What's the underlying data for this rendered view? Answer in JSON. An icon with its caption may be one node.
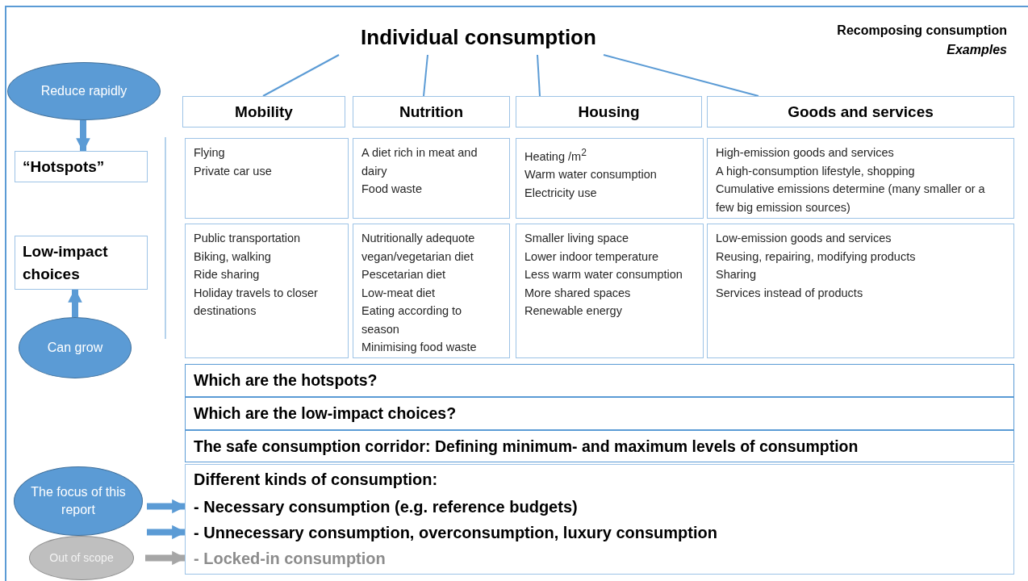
{
  "diagram": {
    "nodes": [
      {
        "text": [
          "Individual consumption"
        ]
      },
      {
        "text": [
          "Mobility"
        ]
      },
      {
        "text": [
          "Nutrition"
        ]
      },
      {
        "text": [
          "Housing"
        ]
      },
      {
        "text": [
          "Goods and services"
        ]
      },
      {
        "text": [
          "Reduce rapidly"
        ]
      },
      {
        "text": [
          "“Hotspots”"
        ]
      },
      {
        "text": [
          "Low-impact choices"
        ]
      },
      {
        "text": [
          "Can grow"
        ]
      },
      {
        "text": [
          "Flying",
          "Private car use"
        ]
      },
      {
        "text": [
          "A diet rich in meat and dairy",
          "Food waste"
        ]
      },
      {
        "text": [
          "Heating /m$^{2}$",
          "Warm water consumption",
          "Electricity use"
        ]
      },
      {
        "text": [
          "High-emission goods and services",
          "A high-consumption lifestyle, shopping",
          "Cumulative emissions determine (many smaller or a few big emission sources)"
        ]
      },
      {
        "text": [
          "Public transportation",
          "Biking, walking",
          "Ride sharing",
          "Holiday travels to closer destinations"
        ]
      },
      {
        "text": [
          "Nutritionally adequote vegan/vegetarian diet",
          "Pescetarian diet",
          "Low-meat diet",
          "Eating according to season",
          "Minimising food waste"
        ]
      },
      {
        "text": [
          "Smaller living space",
          "Lower indoor temperature",
          "Less warm water consumption",
          "More shared spaces",
          "Renewable energy"
        ]
      },
      {
        "text": [
          "Low-emission goods and services",
          "Reusing, repairing, modifying products",
          "Sharing",
          "Services instead of products"
        ]
      },
      {
        "text": [
          "Which are the hotspots?"
        ]
      },
      {
        "text": [
          "Which are the low-impact choices?"
        ]
      },
      {
        "text": [
          "The safe consumption corridor: Defining minimum- and maximum levels of consumption"
        ]
      },
      {
        "text": [
          "Different kinds of consumption:"
        ]
      },
      {
        "text": [
          "- Necessary consumption (e.g. reference budgets)"
        ],
        "in": 20
      },
      {
        "text": [
          "- Unnecessary consumption, overconsumption, luxury consumption"
        ],
        "in": 20
      },
      {
        "text": [
          "- Locked-in consumption"
        ],
        "in": 20
      },
      {
        "text": [
          "The focus of this report"
        ]
      },
      {
        "text": [
          "Out of scope"
        ]
      }
    ],
    "edges": [
      {
        "from": 0,
        "to": 1,
        "arrow": "none"
      },
      {
        "from": 0,
        "to": 2,
        "arrow": "none"
      },
      {
        "from": 0,
        "to": 3,
        "arrow": "none"
      },
      {
        "from": 0,
        "to": 4,
        "arrow": "none"
      },
      {
        "from": 5,
        "to": 6,
        "arrow": "to"
      },
      {
        "from": 8,
        "to": 7,
        "arrow": "to"
      },
      {
        "from": 24,
        "to": 21,
        "arrow": "to"
      },
      {
        "from": 24,
        "to": 22,
        "arrow": "to"
      },
      {
        "from": 25,
        "to": 23,
        "arrow": "to",
        "color": "#a6a6a6"
      }
    ],
    "labels": [
      "Recomposing consumption",
      "Examples"
    ]
  }
}
